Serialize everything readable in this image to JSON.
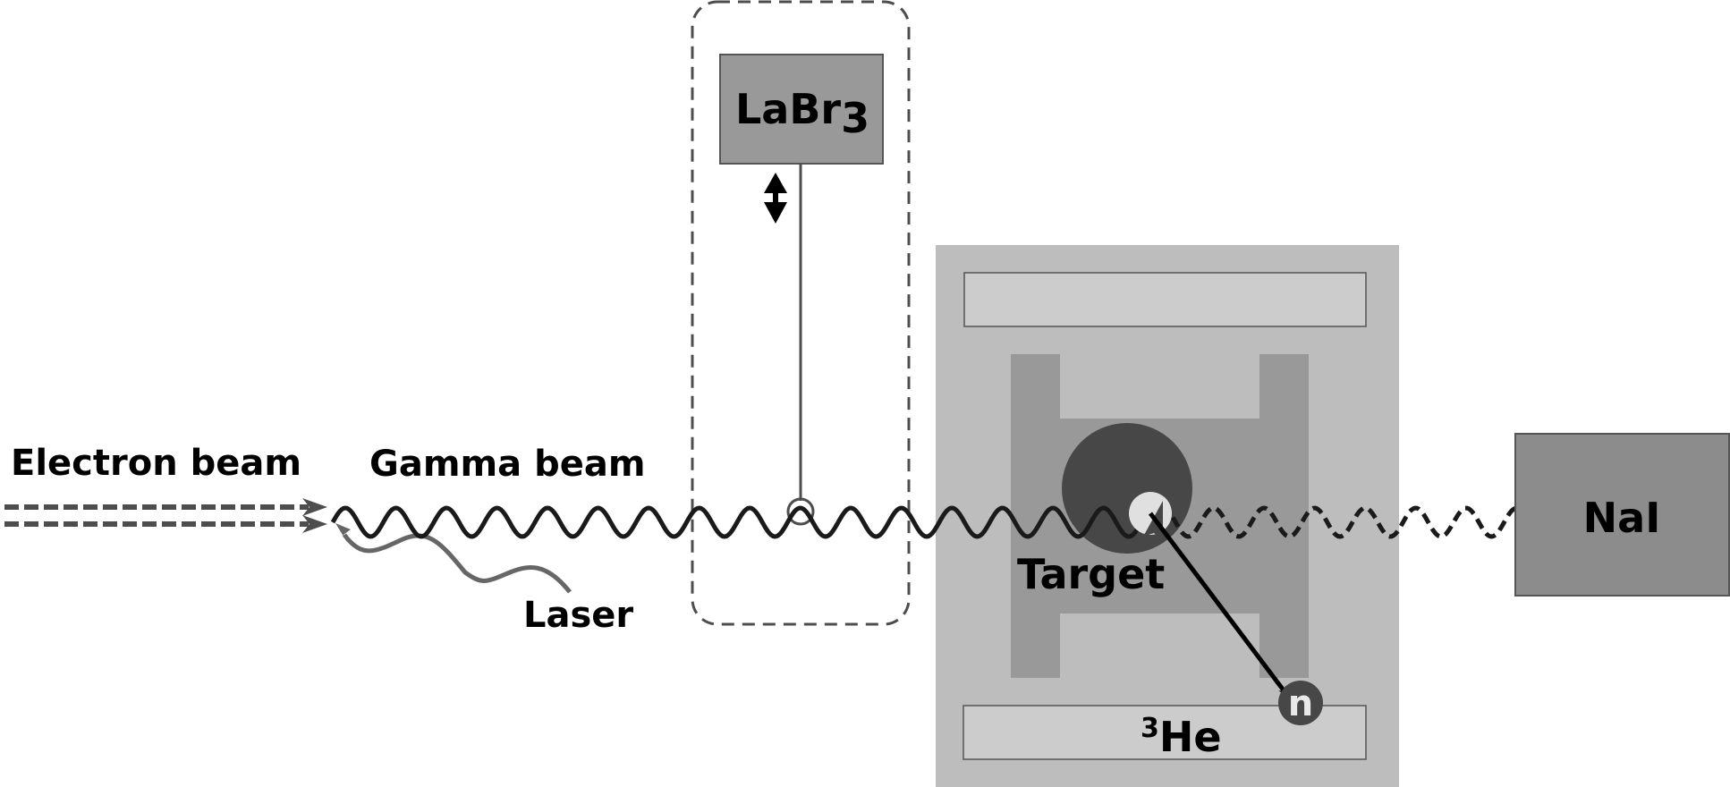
{
  "labels": {
    "electron_beam": "Electron beam",
    "gamma_beam": "Gamma beam",
    "laser": "Laser",
    "labr3": "LaBr",
    "labr3_subscript": "3",
    "target": "Target",
    "nai": "NaI",
    "neutron": "n",
    "he3_superscript": "3",
    "he3": "He"
  },
  "colors": {
    "electron_beam": "#4d4d4d",
    "gamma_beam": "#1a1a1a",
    "laser": "#666666",
    "labr3_fill": "#999999",
    "nai_fill": "#8c8c8c",
    "shield_outer": "#bdbdbd",
    "he3_tube": "#cccccc",
    "moderator": "#999999",
    "target_cell": "#474747",
    "neutron": "#474747"
  },
  "icons": {
    "translation_arrow": "double-arrow-vertical-icon"
  }
}
